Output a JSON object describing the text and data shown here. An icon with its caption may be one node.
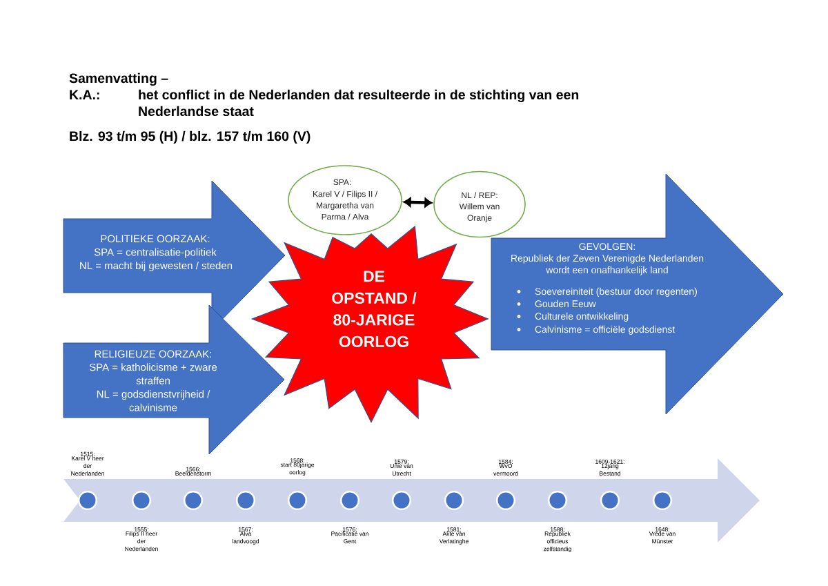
{
  "diagram": {
    "title": "Samenvatting –",
    "nodes": [
      {
        "text": [
          "SPA:",
          "Karel V / Filips II / Margaretha van Parma / Alva"
        ]
      },
      {
        "text": [
          "NL / REP:",
          "Willem van Oranje"
        ]
      },
      {
        "text": [
          "POLITIEKE OORZAAK:",
          "SPA = centralisatie-politiek",
          "NL = macht bij gewesten / steden"
        ]
      },
      {
        "text": [
          "RELIGIEUZE OORZAAK:",
          "SPA = katholicisme + zware straffen",
          "NL = godsdienstvrijheid / calvinisme"
        ]
      },
      {
        "text": [
          "DE OPSTAND / 80-JARIGE OORLOG"
        ]
      },
      {
        "text": [
          "GEVOLGEN:",
          "Republiek der Zeven Verenigde Nederlanden wordt een onafhankelijk land",
          "Soevereiniteit (bestuur door regenten)",
          "Gouden Eeuw",
          "Culturele ontwikkeling",
          "Calvinisme = officiële godsdienst"
        ]
      },
      {
        "text": [],
        "shape": "arrow"
      },
      {
        "text": [],
        "shape": "circle",
        "in": 6,
        "beside": [
          "1515:",
          "Karel V heer der Nederlanden"
        ]
      },
      {
        "text": [],
        "shape": "circle",
        "in": 6,
        "beside": [
          "1555:",
          "Filips II heer der Nederlanden"
        ]
      },
      {
        "text": [],
        "shape": "circle",
        "in": 6,
        "beside": [
          "1566:",
          "Beeldenstorm"
        ]
      },
      {
        "text": [],
        "shape": "circle",
        "in": 6,
        "beside": [
          "1567:",
          "Alva landvoogd"
        ]
      },
      {
        "text": [],
        "shape": "circle",
        "in": 6,
        "beside": [
          "1568:",
          "start 80jarige oorlog"
        ]
      },
      {
        "text": [],
        "shape": "circle",
        "in": 6,
        "beside": [
          "1576:",
          "Pacificatie van Gent"
        ]
      },
      {
        "text": [],
        "shape": "circle",
        "in": 6,
        "beside": [
          "1579:",
          "Unie van Utrecht"
        ]
      },
      {
        "text": [],
        "shape": "circle",
        "in": 6,
        "beside": [
          "1581:",
          "Akte van Verlatinghe"
        ]
      },
      {
        "text": [],
        "shape": "circle",
        "in": 6,
        "beside": [
          "1584:",
          "WvO vermoord"
        ]
      },
      {
        "text": [],
        "shape": "circle",
        "in": 6,
        "beside": [
          "1588:",
          "Republiek officieus zelfstandig"
        ]
      },
      {
        "text": [],
        "shape": "circle",
        "in": 6,
        "beside": [
          "1609-1621:",
          "12jarig Bestand"
        ]
      },
      {
        "text": [],
        "shape": "circle",
        "in": 6,
        "beside": [
          "1648:",
          "Vrede van Münster"
        ]
      }
    ],
    "edges": [
      {
        "from": 0,
        "to": 1,
        "arrow": "both"
      }
    ],
    "labels": [
      "K.A.:",
      "het conflict in de Nederlanden dat resulteerde in de stichting van een Nederlandse staat",
      "Blz. 93 t/m 95 (H) / blz. 157 t/m 160 (V)"
    ]
  }
}
